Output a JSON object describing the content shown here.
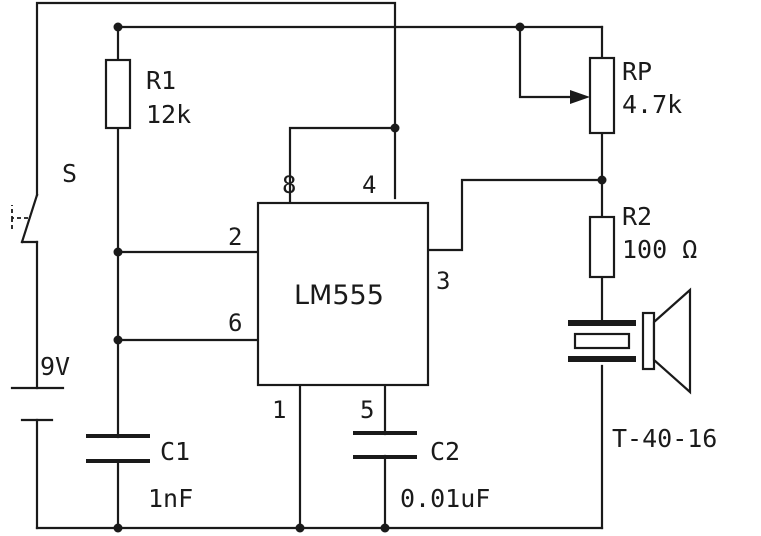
{
  "components": {
    "switch": {
      "label": "S"
    },
    "battery": {
      "label": "9V"
    },
    "r1": {
      "name": "R1",
      "value": "12k"
    },
    "rp": {
      "name": "RP",
      "value": "4.7k"
    },
    "r2": {
      "name": "R2",
      "value": "100 Ω"
    },
    "c1": {
      "name": "C1",
      "value": "1nF"
    },
    "c2": {
      "name": "C2",
      "value": "0.01uF"
    },
    "chip": {
      "name": "LM555"
    },
    "transducer": {
      "label": "T-40-16"
    }
  },
  "pins": {
    "p1": "1",
    "p2": "2",
    "p3": "3",
    "p4": "4",
    "p5": "5",
    "p6": "6",
    "p8": "8"
  }
}
